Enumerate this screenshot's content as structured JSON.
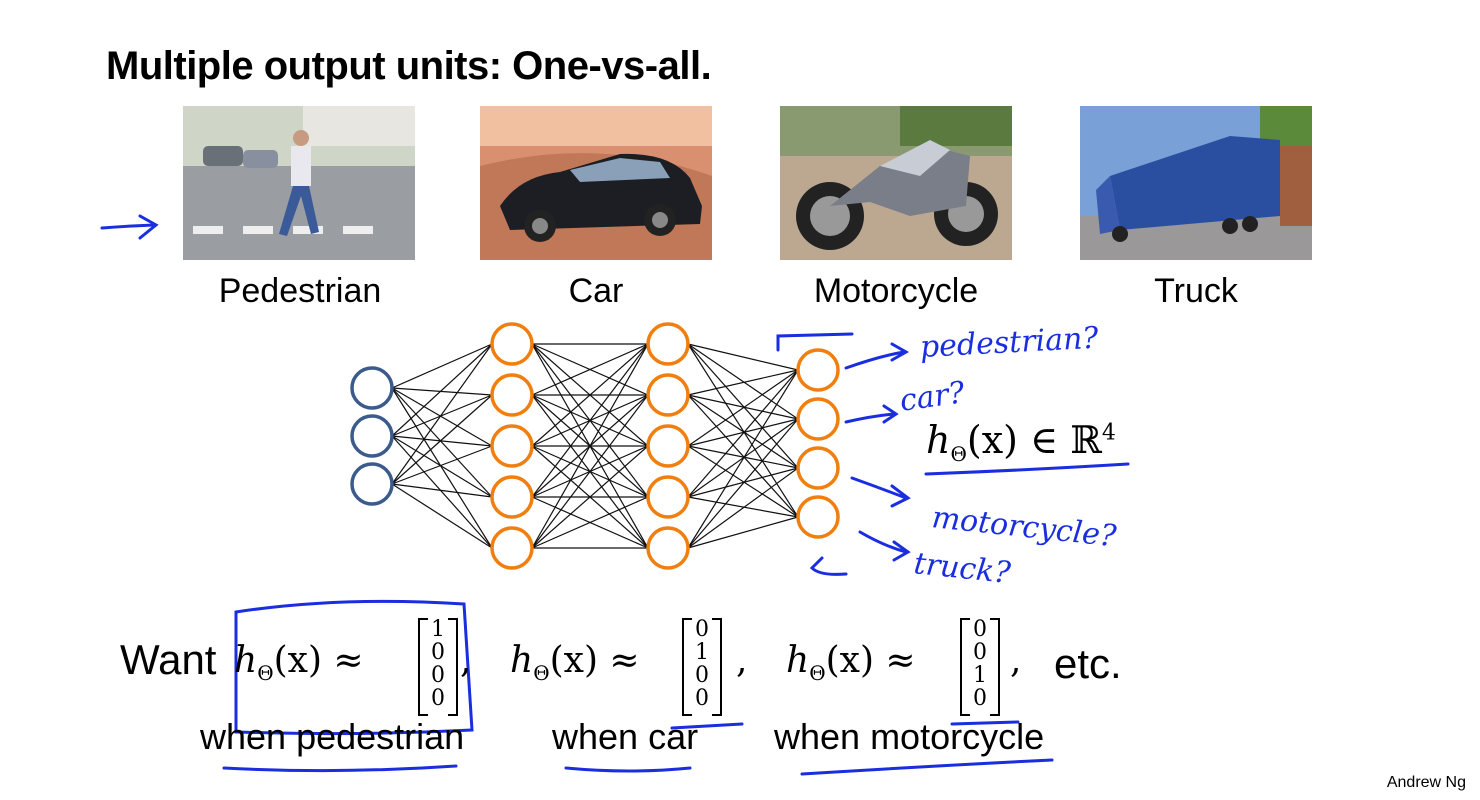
{
  "title": "Multiple output units: One-vs-all.",
  "images": [
    {
      "caption": "Pedestrian"
    },
    {
      "caption": "Car"
    },
    {
      "caption": "Motorcycle"
    },
    {
      "caption": "Truck"
    }
  ],
  "network": {
    "input_units": 3,
    "hidden_layers": [
      5,
      5
    ],
    "output_units": 4,
    "input_color": "#3b5b8c",
    "hidden_color": "#f07f10"
  },
  "annotations": {
    "out1": "pedestrian?",
    "out2": "car?",
    "out3": "motorcycle?",
    "out4": "truck?",
    "hyp": {
      "h": "h",
      "sub": "Θ",
      "rest": "(x) ∈ ℝ",
      "sup": "4"
    },
    "ink_color": "#1a2ee0"
  },
  "want": {
    "label": "Want",
    "formula_h": "h",
    "formula_sub": "Θ",
    "formula_rest": "(x) ≈",
    "vectors": [
      [
        "1",
        "0",
        "0",
        "0"
      ],
      [
        "0",
        "1",
        "0",
        "0"
      ],
      [
        "0",
        "0",
        "1",
        "0"
      ]
    ],
    "comma": ",",
    "etc": "etc.",
    "conditions": [
      "when pedestrian",
      "when car",
      "when motorcycle"
    ]
  },
  "footer": "Andrew Ng"
}
